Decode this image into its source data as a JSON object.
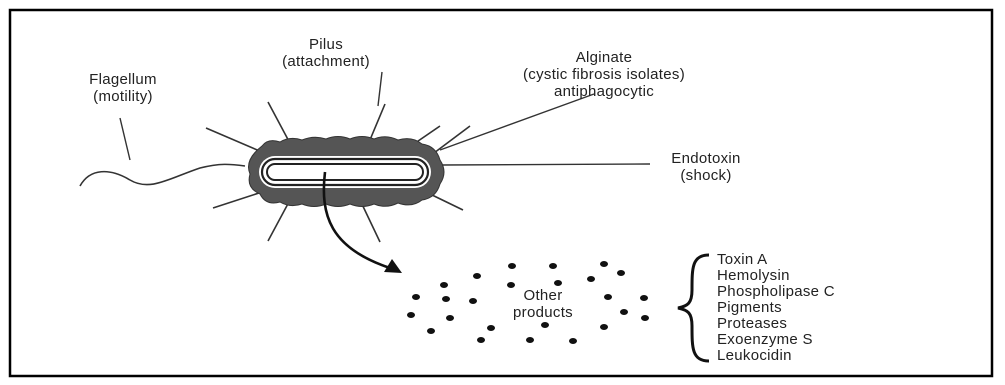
{
  "diagram": {
    "labels": {
      "pilus_line1": "Pilus",
      "pilus_line2": "(attachment)",
      "flagellum_line1": "Flagellum",
      "flagellum_line2": "(motility)",
      "alginate_line1": "Alginate",
      "alginate_line2": "(cystic fibrosis isolates)",
      "alginate_line3": "antiphagocytic",
      "endotoxin_line1": "Endotoxin",
      "endotoxin_line2": "(shock)",
      "other_line1": "Other",
      "other_line2": "products"
    },
    "products": [
      "Toxin A",
      "Hemolysin",
      "Phospholipase C",
      "Pigments",
      "Proteases",
      "Exoenzyme S",
      "Leukocidin"
    ],
    "colors": {
      "frame": "#000000",
      "ink": "#222222",
      "capsule": "#555555"
    }
  }
}
